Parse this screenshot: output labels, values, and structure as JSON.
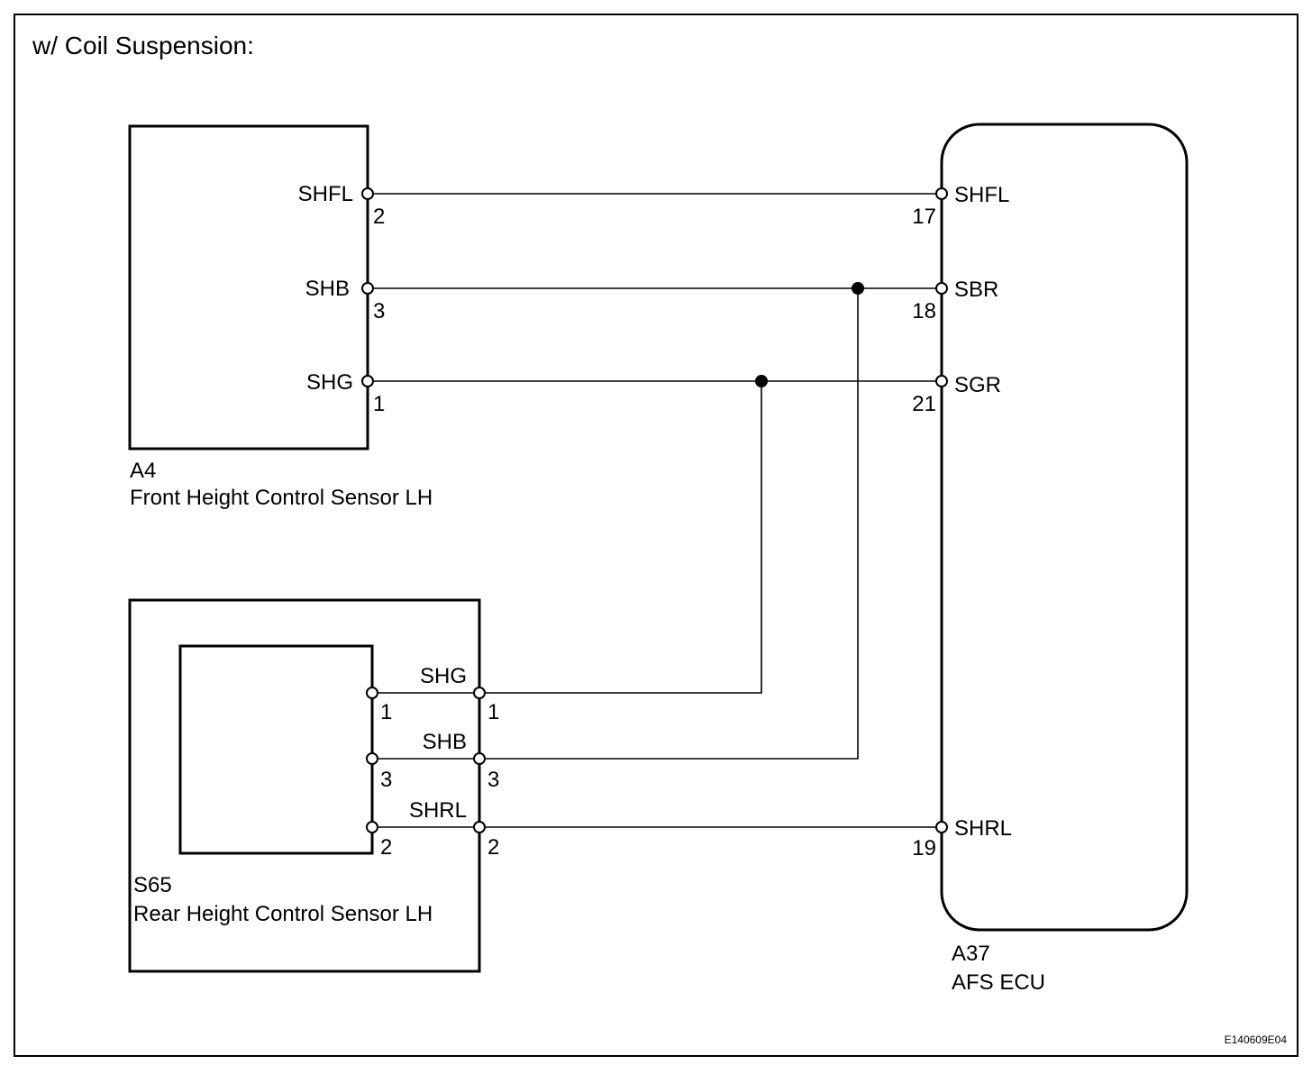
{
  "title": "w/ Coil Suspension:",
  "figure_id": "E140609E04",
  "components": {
    "front_sensor": {
      "id": "A4",
      "name": "Front Height Control Sensor LH"
    },
    "rear_sensor": {
      "id": "S65",
      "name": "Rear Height Control Sensor LH"
    },
    "ecu": {
      "id": "A37",
      "name": "AFS ECU"
    }
  },
  "front_sensor_pins": [
    {
      "name": "SHFL",
      "number": "2"
    },
    {
      "name": "SHB",
      "number": "3"
    },
    {
      "name": "SHG",
      "number": "1"
    }
  ],
  "rear_sensor_pins": [
    {
      "name": "SHG",
      "inner_number": "1",
      "outer_number": "1"
    },
    {
      "name": "SHB",
      "inner_number": "3",
      "outer_number": "3"
    },
    {
      "name": "SHRL",
      "inner_number": "2",
      "outer_number": "2"
    }
  ],
  "ecu_pins": [
    {
      "name": "SHFL",
      "number": "17"
    },
    {
      "name": "SBR",
      "number": "18"
    },
    {
      "name": "SGR",
      "number": "21"
    },
    {
      "name": "SHRL",
      "number": "19"
    }
  ],
  "connections": [
    {
      "from": "A4 SHFL (2)",
      "to": "A37 SHFL (17)"
    },
    {
      "from": "A4 SHB (3)",
      "to": "A37 SBR (18)",
      "splice": "S65 SHB (3)"
    },
    {
      "from": "A4 SHG (1)",
      "to": "A37 SGR (21)",
      "splice": "S65 SHG (1)"
    },
    {
      "from": "S65 SHRL (2)",
      "to": "A37 SHRL (19)"
    }
  ]
}
